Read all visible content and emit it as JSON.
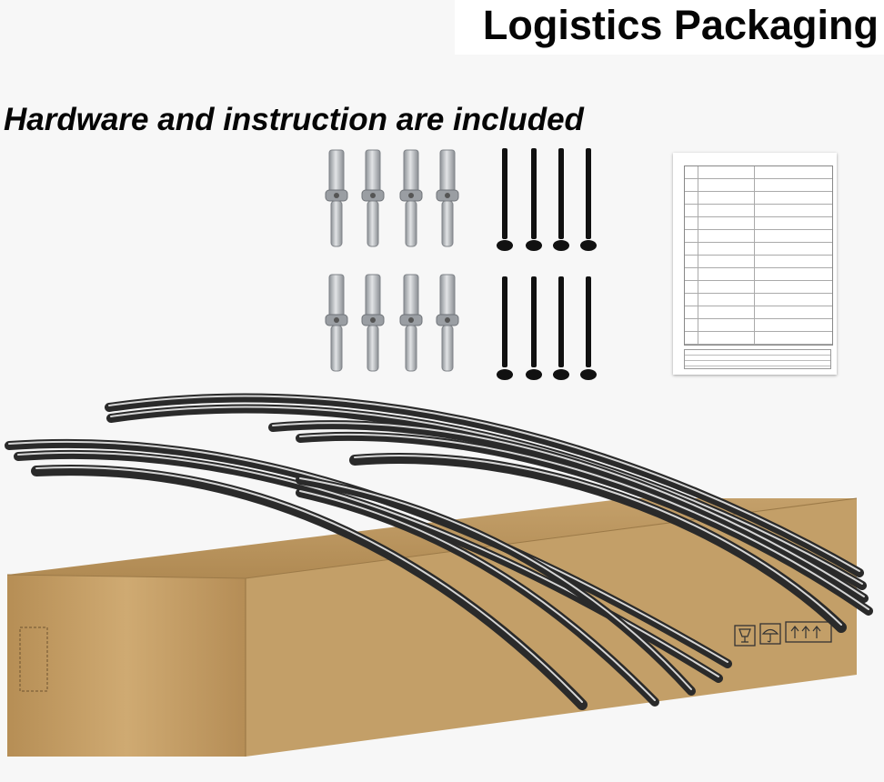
{
  "header": {
    "title": "Logistics Packaging"
  },
  "caption": {
    "text": "Hardware and instruction are included"
  },
  "items": {
    "clip_count": 8,
    "screw_count": 8,
    "grille_bar_count": 10
  },
  "icons": [
    "fragile-glass-icon",
    "umbrella-icon",
    "this-side-up-icon"
  ],
  "colors": {
    "box": "#c9a56e",
    "box_dark": "#a7844e",
    "bar_dark": "#2a2a2a",
    "bar_highlight": "#d6d6d6",
    "clip": "#b9bcbf",
    "screw": "#111111"
  }
}
